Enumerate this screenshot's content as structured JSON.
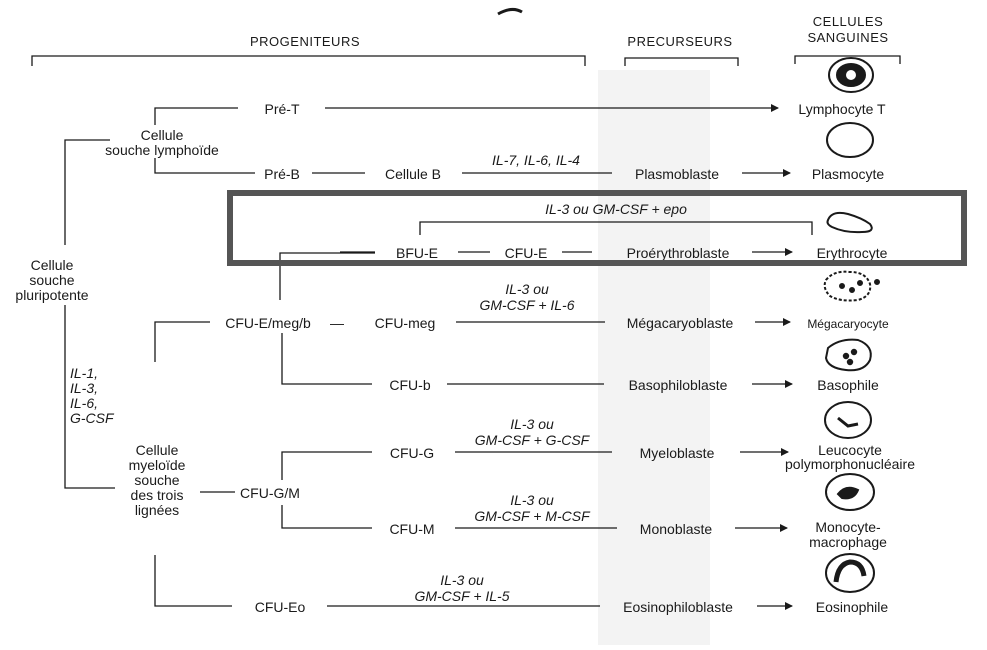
{
  "headers": {
    "progeniteurs": "PROGENITEURS",
    "precurseurs": "PRECURSEURS",
    "cellules_line1": "CELLULES",
    "cellules_line2": "SANGUINES"
  },
  "stem": {
    "pluripotente": [
      "Cellule",
      "souche",
      "pluripotente"
    ],
    "lymphoide": [
      "Cellule",
      "souche lymphoïde"
    ],
    "myeloide": [
      "Cellule",
      "myeloïde",
      "souche",
      "des trois",
      "lignées"
    ]
  },
  "interleukins_left": [
    "IL-1,",
    "IL-3,",
    "IL-6,",
    "G-CSF"
  ],
  "progenitors": {
    "pre_t": "Pré-T",
    "pre_b": "Pré-B",
    "cellule_b": "Cellule B",
    "bfu_e": "BFU-E",
    "cfu_e": "CFU-E",
    "cfu_emegb": "CFU-E/meg/b",
    "cfu_meg": "CFU-meg",
    "cfu_b": "CFU-b",
    "cfu_g": "CFU-G",
    "cfu_gm": "CFU-G/M",
    "cfu_m": "CFU-M",
    "cfu_eo": "CFU-Eo"
  },
  "factors": {
    "plasmo": "IL-7, IL-6, IL-4",
    "erythro": "IL-3 ou GM-CSF + epo",
    "meg": [
      "IL-3 ou",
      "GM-CSF + IL-6"
    ],
    "gran": [
      "IL-3 ou",
      "GM-CSF + G-CSF"
    ],
    "mono": [
      "IL-3 ou",
      "GM-CSF + M-CSF"
    ],
    "eosino": [
      "IL-3 ou",
      "GM-CSF + IL-5"
    ]
  },
  "precursors": {
    "plasmoblaste": "Plasmoblaste",
    "proerythroblaste": "Proérythroblaste",
    "megacaryoblaste": "Mégacaryoblaste",
    "basophiloblaste": "Basophiloblaste",
    "myeloblaste": "Myeloblaste",
    "monoblaste": "Monoblaste",
    "eosinophiloblaste": "Eosinophiloblaste"
  },
  "cells": {
    "lymphocyte_t": "Lymphocyte T",
    "plasmocyte": "Plasmocyte",
    "erythrocyte": "Erythrocyte",
    "megacaryocyte": "Mégacaryocyte",
    "basophile": "Basophile",
    "leucocyte": [
      "Leucocyte",
      "polymorphonucléaire"
    ],
    "monocyte": [
      "Monocyte-",
      "macrophage"
    ],
    "eosinophile": "Eosinophile"
  },
  "colors": {
    "ink": "#1a1a1a",
    "highlight_frame": "#555555",
    "shade": "#f3f3f3"
  }
}
